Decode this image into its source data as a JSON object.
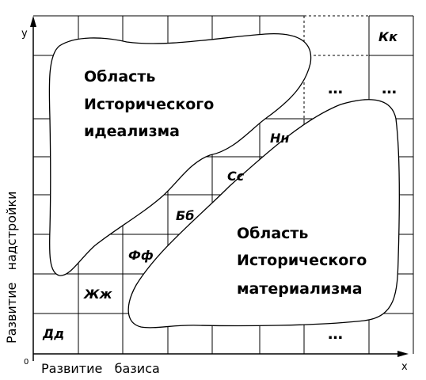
{
  "axes": {
    "y_label": "y",
    "x_label": "x",
    "origin_label": "0",
    "horizontal_caption": "Развитие   базиса",
    "vertical_caption": "Развитие   надстройки"
  },
  "regions": {
    "idealism": [
      "Область",
      "Исторического",
      "идеализма"
    ],
    "materialism": [
      "Область",
      "Исторического",
      "материализма"
    ]
  },
  "cells": [
    {
      "name": "cell-dd",
      "label": "Дд"
    },
    {
      "name": "cell-zhzh",
      "label": "Жж"
    },
    {
      "name": "cell-ff",
      "label": "Фф"
    },
    {
      "name": "cell-bb",
      "label": "Бб"
    },
    {
      "name": "cell-ss",
      "label": "Сс"
    },
    {
      "name": "cell-nn",
      "label": "Нн"
    },
    {
      "name": "cell-kk",
      "label": "Кк"
    }
  ],
  "ellipses": {
    "right_upper": "…",
    "right_far": "…",
    "bottom": "…"
  }
}
